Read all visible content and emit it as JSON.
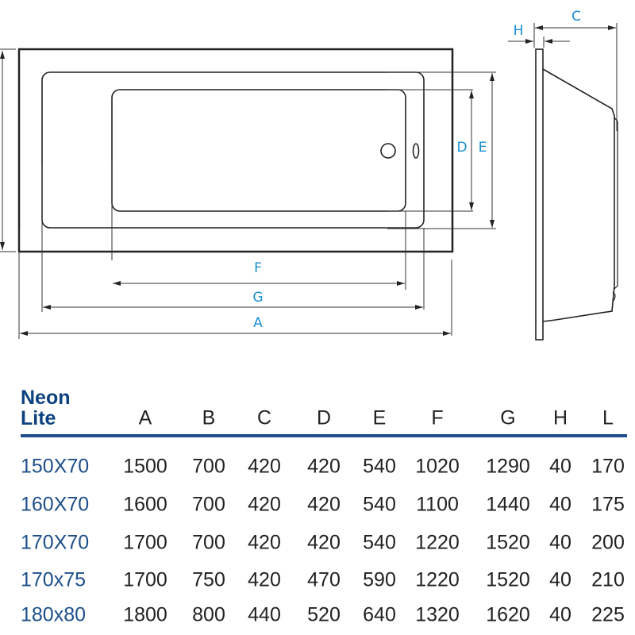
{
  "diagram": {
    "dimension_labels": {
      "A": "A",
      "C": "C",
      "D": "D",
      "E": "E",
      "F": "F",
      "G": "G",
      "H": "H"
    },
    "label_color": "#1a8fd6"
  },
  "table": {
    "title_line1": "Neon",
    "title_line2": "Lite",
    "columns": [
      "A",
      "B",
      "C",
      "D",
      "E",
      "F",
      "G",
      "H",
      "L"
    ],
    "rows": [
      {
        "model": "150X70",
        "values": [
          "1500",
          "700",
          "420",
          "420",
          "540",
          "1020",
          "1290",
          "40",
          "170"
        ]
      },
      {
        "model": "160X70",
        "values": [
          "1600",
          "700",
          "420",
          "420",
          "540",
          "1100",
          "1440",
          "40",
          "175"
        ]
      },
      {
        "model": "170X70",
        "values": [
          "1700",
          "700",
          "420",
          "420",
          "540",
          "1220",
          "1520",
          "40",
          "200"
        ]
      },
      {
        "model": "170x75",
        "values": [
          "1700",
          "750",
          "420",
          "470",
          "590",
          "1220",
          "1520",
          "40",
          "210"
        ]
      },
      {
        "model": "180x80",
        "values": [
          "1800",
          "800",
          "440",
          "520",
          "640",
          "1320",
          "1620",
          "40",
          "225"
        ]
      }
    ],
    "accent_color": "#1f4e8c"
  }
}
